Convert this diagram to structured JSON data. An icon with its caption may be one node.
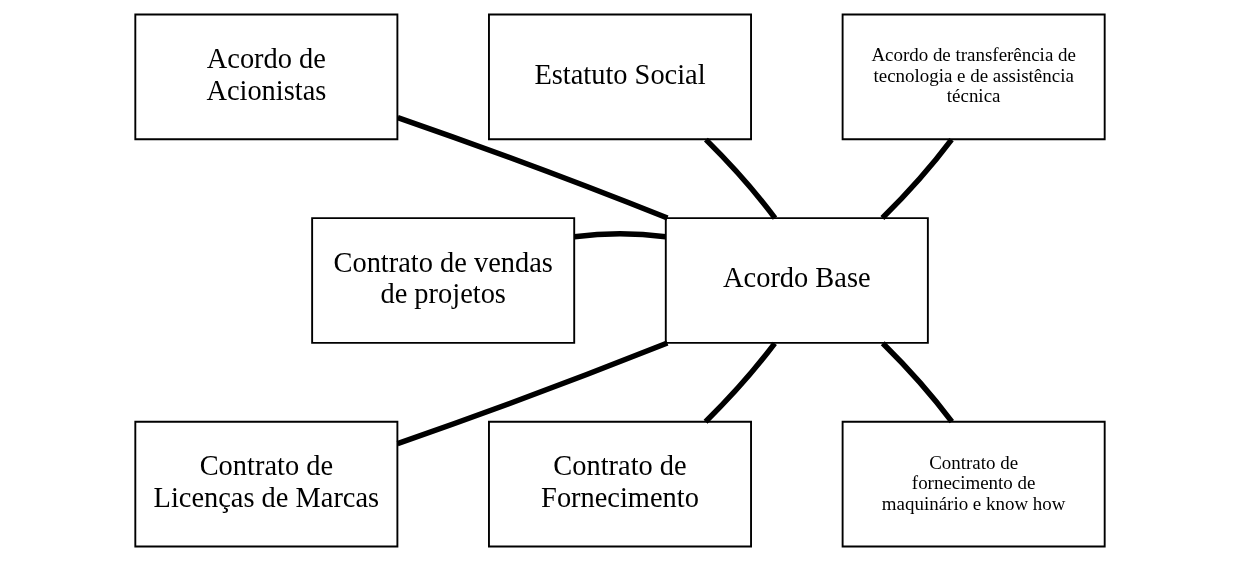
{
  "diagram": {
    "nodes": [
      {
        "text": [
          "Acordo de Acionistas"
        ]
      },
      {
        "text": [
          "Estatuto Social"
        ]
      },
      {
        "text": [
          "Acordo de transferência de tecnologia e de assistência técnica"
        ]
      },
      {
        "text": [
          "Contrato de vendas de projetos"
        ]
      },
      {
        "text": [
          "Acordo Base"
        ]
      },
      {
        "text": [
          "Contrato de Licenças de Marcas"
        ]
      },
      {
        "text": [
          "Contrato de Fornecimento"
        ]
      },
      {
        "text": [
          "Contrato de fornecimento de maquinário e know how"
        ]
      }
    ],
    "edges": [
      {
        "from": 4,
        "to": 0,
        "arrow": "none"
      },
      {
        "from": 4,
        "to": 1,
        "arrow": "none"
      },
      {
        "from": 4,
        "to": 2,
        "arrow": "none"
      },
      {
        "from": 4,
        "to": 3,
        "arrow": "none"
      },
      {
        "from": 4,
        "to": 5,
        "arrow": "none"
      },
      {
        "from": 4,
        "to": 6,
        "arrow": "none"
      },
      {
        "from": 4,
        "to": 7,
        "arrow": "none"
      }
    ]
  }
}
